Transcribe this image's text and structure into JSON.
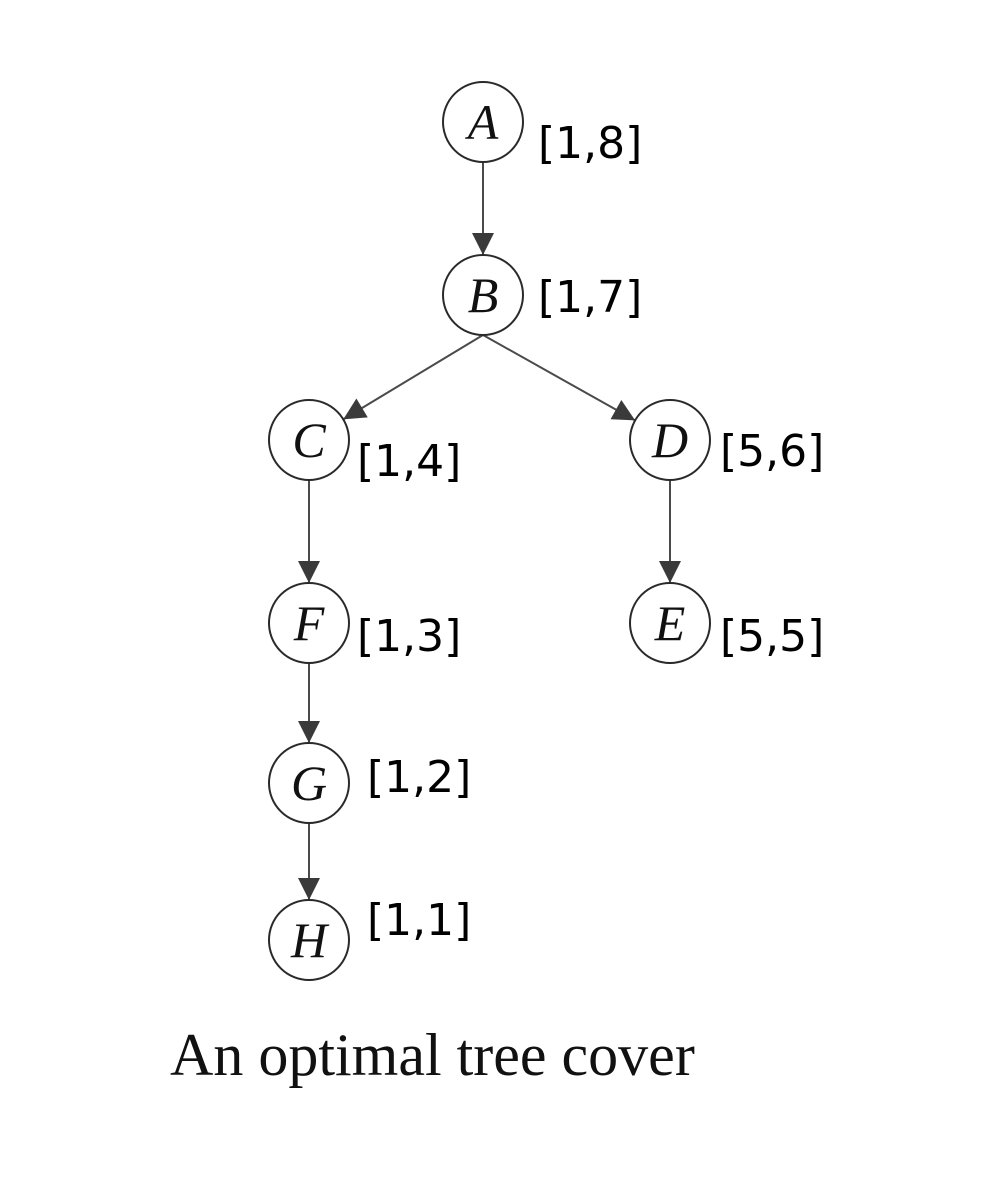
{
  "diagram": {
    "caption": "An optimal tree cover",
    "nodes": [
      {
        "id": "A",
        "label": "A",
        "interval": "[1,8]"
      },
      {
        "id": "B",
        "label": "B",
        "interval": "[1,7]"
      },
      {
        "id": "C",
        "label": "C",
        "interval": "[1,4]"
      },
      {
        "id": "D",
        "label": "D",
        "interval": "[5,6]"
      },
      {
        "id": "F",
        "label": "F",
        "interval": "[1,3]"
      },
      {
        "id": "E",
        "label": "E",
        "interval": "[5,5]"
      },
      {
        "id": "G",
        "label": "G",
        "interval": "[1,2]"
      },
      {
        "id": "H",
        "label": "H",
        "interval": "[1,1]"
      }
    ],
    "edges": [
      {
        "from": "A",
        "to": "B"
      },
      {
        "from": "B",
        "to": "C"
      },
      {
        "from": "B",
        "to": "D"
      },
      {
        "from": "C",
        "to": "F"
      },
      {
        "from": "D",
        "to": "E"
      },
      {
        "from": "F",
        "to": "G"
      },
      {
        "from": "G",
        "to": "H"
      }
    ],
    "colors": {
      "edge": "#4a4a4a",
      "node_stroke": "#2a2a2a",
      "text": "#111111"
    }
  }
}
